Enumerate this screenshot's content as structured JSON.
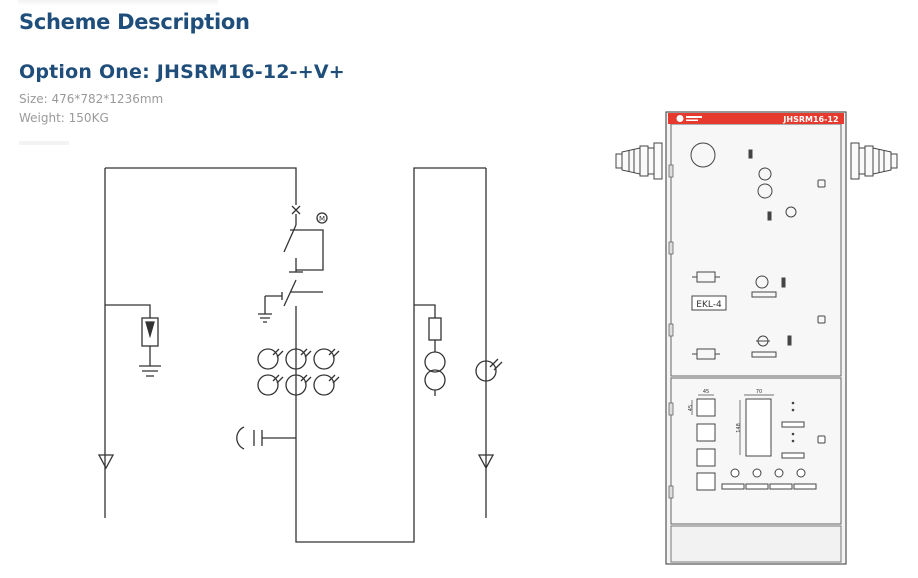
{
  "header": {
    "title": "Scheme Description"
  },
  "option": {
    "title": "Option One: JHSRM16-12-+V+",
    "size": "Size: 476*782*1236mm",
    "weight": "Weight: 150KG"
  },
  "panel": {
    "model": "JHSRM16-12",
    "module_label": "EKL-4",
    "dims": {
      "w1": "45",
      "h1": "45",
      "w2": "70",
      "h2": "148"
    },
    "accent_color": "#e63a2e"
  },
  "diagram": {
    "motor_symbol": "M"
  }
}
